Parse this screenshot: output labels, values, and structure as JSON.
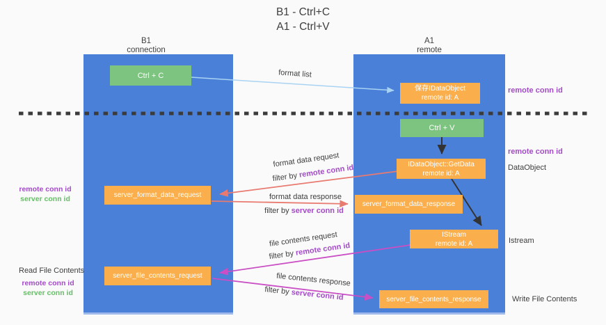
{
  "colors": {
    "lane_blue": "#4a80d8",
    "box_green": "#7cc47f",
    "box_orange": "#fbaf4c",
    "arrow_lightblue": "#a9d3f2",
    "arrow_red": "#e97a70",
    "arrow_magenta": "#ca4ec4",
    "arrow_black": "#333333",
    "text_purple": "#a44bc8",
    "text_green": "#67bd67",
    "text_dark": "#3d3d3d",
    "background": "#fafafa"
  },
  "title": {
    "line1": "B1 - Ctrl+C",
    "line2": "A1 - Ctrl+V"
  },
  "lanes": {
    "b1": {
      "name": "B1",
      "role": "connection"
    },
    "a1": {
      "name": "A1",
      "role": "remote"
    }
  },
  "nodes": {
    "ctrl_c": {
      "label": "Ctrl + C"
    },
    "ctrl_v": {
      "label": "Ctrl + V"
    },
    "saved_idataobject": {
      "line1": "保存IDataObject",
      "line2": "remote id: A"
    },
    "getdata": {
      "line1": "IDataObject::GetData",
      "line2": "remote id: A"
    },
    "istream": {
      "line1": "IStream",
      "line2": "remote id: A"
    },
    "server_format_data_request": {
      "label": "server_format_data_request"
    },
    "server_format_data_response": {
      "label": "server_format_data_response"
    },
    "server_file_contents_request": {
      "label": "server_file_contents_request"
    },
    "server_file_contents_response": {
      "label": "server_file_contents_response"
    }
  },
  "edge_labels": {
    "format_list": "format list",
    "format_data_request": "format data request",
    "format_data_response": "format data response",
    "file_contents_request": "file contents request",
    "file_contents_response": "file contents response",
    "filter_prefix": "filter by ",
    "remote_conn_id": "remote conn id",
    "server_conn_id": "server conn id"
  },
  "annotations": {
    "right_remote_conn_id_top": "remote conn id",
    "right_remote_conn_id_mid": "remote conn id",
    "dataobject": "DataObject",
    "istream": "Istream",
    "write_file_contents": "Write File Contents",
    "read_file_contents": "Read File Contents",
    "left_remote_conn_id_1": "remote conn id",
    "left_server_conn_id_1": "server conn id",
    "left_remote_conn_id_2": "remote conn id",
    "left_server_conn_id_2": "server conn id"
  }
}
